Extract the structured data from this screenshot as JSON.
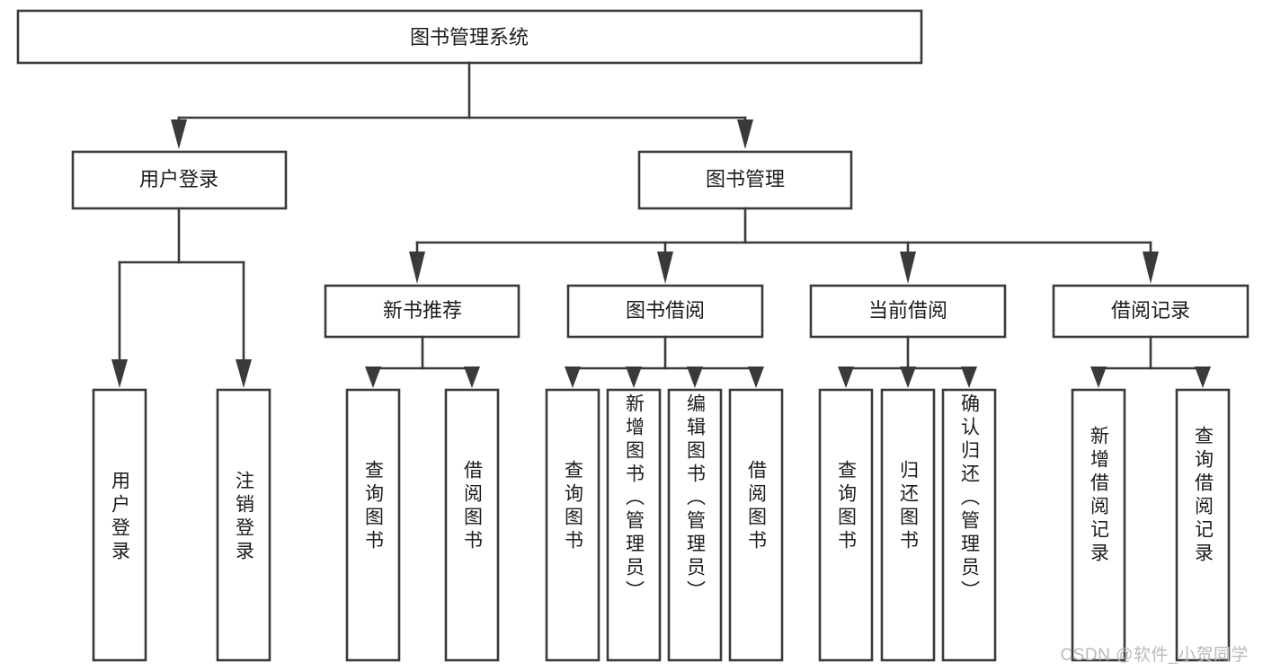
{
  "diagram": {
    "title": "图书管理系统",
    "type": "tree",
    "watermark": "CSDN @软件_小贺同学",
    "colors": {
      "box_stroke": "#3a3a3a",
      "box_fill": "#ffffff",
      "text": "#1c1c1c",
      "watermark": "#b9b9b9",
      "background": "#ffffff"
    },
    "root": {
      "label": "图书管理系统"
    },
    "level1": [
      {
        "label": "用户登录"
      },
      {
        "label": "图书管理"
      }
    ],
    "level2": [
      {
        "label": "新书推荐"
      },
      {
        "label": "图书借阅"
      },
      {
        "label": "当前借阅"
      },
      {
        "label": "借阅记录"
      }
    ],
    "leaves": {
      "user_login": [
        {
          "label": "用户登录"
        },
        {
          "label": "注销登录"
        }
      ],
      "new_book_recommend": [
        {
          "label": "查询图书"
        },
        {
          "label": "借阅图书"
        }
      ],
      "book_borrow": [
        {
          "label": "查询图书"
        },
        {
          "label": "新增图书（管理员）"
        },
        {
          "label": "编辑图书（管理员）"
        },
        {
          "label": "借阅图书"
        }
      ],
      "current_borrow": [
        {
          "label": "查询图书"
        },
        {
          "label": "归还图书"
        },
        {
          "label": "确认归还（管理员）"
        }
      ],
      "borrow_record": [
        {
          "label": "新增借阅记录"
        },
        {
          "label": "查询借阅记录"
        }
      ]
    }
  }
}
